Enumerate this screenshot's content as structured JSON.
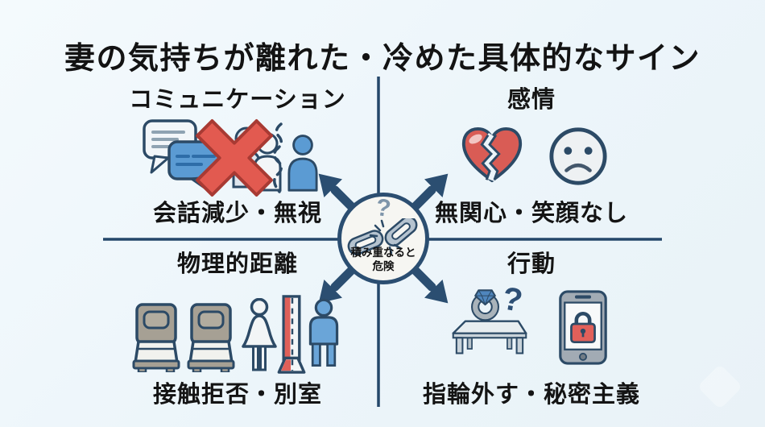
{
  "title": "妻の気持ちが離れた・冷めた具体的なサイン",
  "center": {
    "question_mark": "?",
    "warning_line1": "積み重なると",
    "warning_line2": "危険",
    "icon": "broken-chain-icon"
  },
  "quadrants": {
    "communication": {
      "header": "コミュニケーション",
      "caption": "会話減少・無視",
      "icons": [
        "chat-bubbles-icon",
        "red-x-icon",
        "crossed-out-couple-icon",
        "crack-line-icon",
        "person-icon"
      ]
    },
    "emotion": {
      "header": "感情",
      "caption": "無関心・笑顔なし",
      "icons": [
        "broken-heart-icon",
        "sad-face-icon"
      ]
    },
    "physical_distance": {
      "header": "物理的距離",
      "caption": "接触拒否・別室",
      "icons": [
        "bed-icon",
        "bed-icon",
        "woman-icon",
        "partition-wall-icon",
        "man-icon"
      ]
    },
    "behavior": {
      "header": "行動",
      "caption": "指輪外す・秘密主義",
      "question_mark": "?",
      "icons": [
        "ring-on-table-icon",
        "question-mark-icon",
        "locked-phone-icon"
      ]
    }
  },
  "colors": {
    "background": "#ecf5fa",
    "outline_navy": "#2c4a66",
    "divider_navy": "#24476a",
    "arrow_navy": "#2b4e71",
    "alert_red": "#e25a50",
    "heart_red": "#d95c55",
    "accent_blue": "#5b9bd3",
    "muted_gray": "#a9b3ba",
    "taupe_gray": "#a6a094",
    "text_black": "#141414",
    "circle_fill": "#f6f6f2",
    "chain_gray": "#b5c3cf",
    "question_gray_blue": "#7e95aa"
  }
}
